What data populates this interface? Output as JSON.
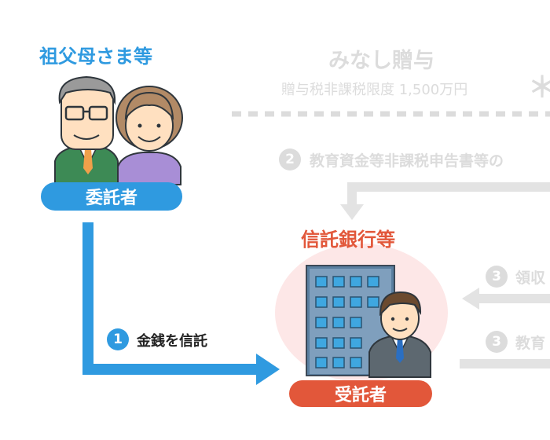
{
  "settlor": {
    "heading": "祖父母さま等",
    "role": "委託者"
  },
  "trustee": {
    "heading": "信託銀行等",
    "role": "受託者"
  },
  "deemed_gift": {
    "title": "みなし贈与",
    "subtitle": "贈与税非課税限度 1,500万円",
    "mark": "＊"
  },
  "steps": {
    "step1": {
      "num": "1",
      "label": "金銭を信託"
    },
    "step2": {
      "num": "2",
      "label": "教育資金等非課税申告書等の"
    },
    "step3a": {
      "num": "3",
      "label": "領収"
    },
    "step3b": {
      "num": "3",
      "label": "教育"
    }
  },
  "colors": {
    "blue": "#2f9ae0",
    "red": "#e2573a",
    "grey": "#dcdcdc"
  }
}
